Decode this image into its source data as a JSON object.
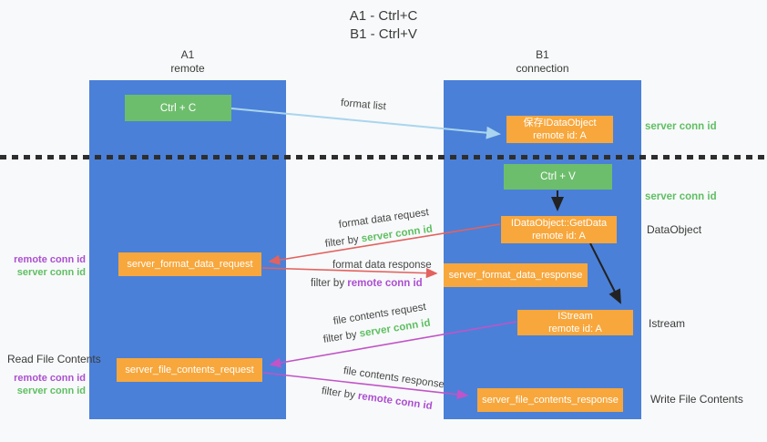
{
  "title": {
    "line1": "A1 - Ctrl+C",
    "line2": "B1 - Ctrl+V"
  },
  "columns": {
    "left": {
      "name": "A1",
      "subtitle": "remote"
    },
    "right": {
      "name": "B1",
      "subtitle": "connection"
    }
  },
  "boxes": {
    "ctrl_c": "Ctrl + C",
    "ctrl_v": "Ctrl + V",
    "save_idataobject_line1": "保存IDataObject",
    "save_idataobject_line2": "remote id: A",
    "getdata_line1": "IDataObject::GetData",
    "getdata_line2": "remote id: A",
    "istream_line1": "IStream",
    "istream_line2": "remote id: A",
    "server_format_data_request": "server_format_data_request",
    "server_format_data_response": "server_format_data_response",
    "server_file_contents_request": "server_file_contents_request",
    "server_file_contents_response": "server_file_contents_response"
  },
  "side_labels": {
    "server_conn_id": "server conn id",
    "remote_conn_id": "remote conn id",
    "dataobject": "DataObject",
    "istream": "Istream",
    "read_file_contents": "Read File Contents",
    "write_file_contents": "Write File Contents"
  },
  "arrow_labels": {
    "format_list": "format list",
    "format_data_request": "format data request",
    "format_data_response": "format data response",
    "file_contents_request": "file contents request",
    "file_contents_response": "file contents response",
    "filter_by": "filter by"
  },
  "colors": {
    "column_blue": "#4a80d8",
    "box_green": "#6dbe6c",
    "box_orange": "#f7a73c",
    "green_text": "#5fbf63",
    "purple_text": "#ab4fd1",
    "red_arrow": "#e2625f",
    "magenta_arrow": "#c054c8",
    "light_blue_arrow": "#a9d5ef",
    "black_arrow": "#222222"
  }
}
